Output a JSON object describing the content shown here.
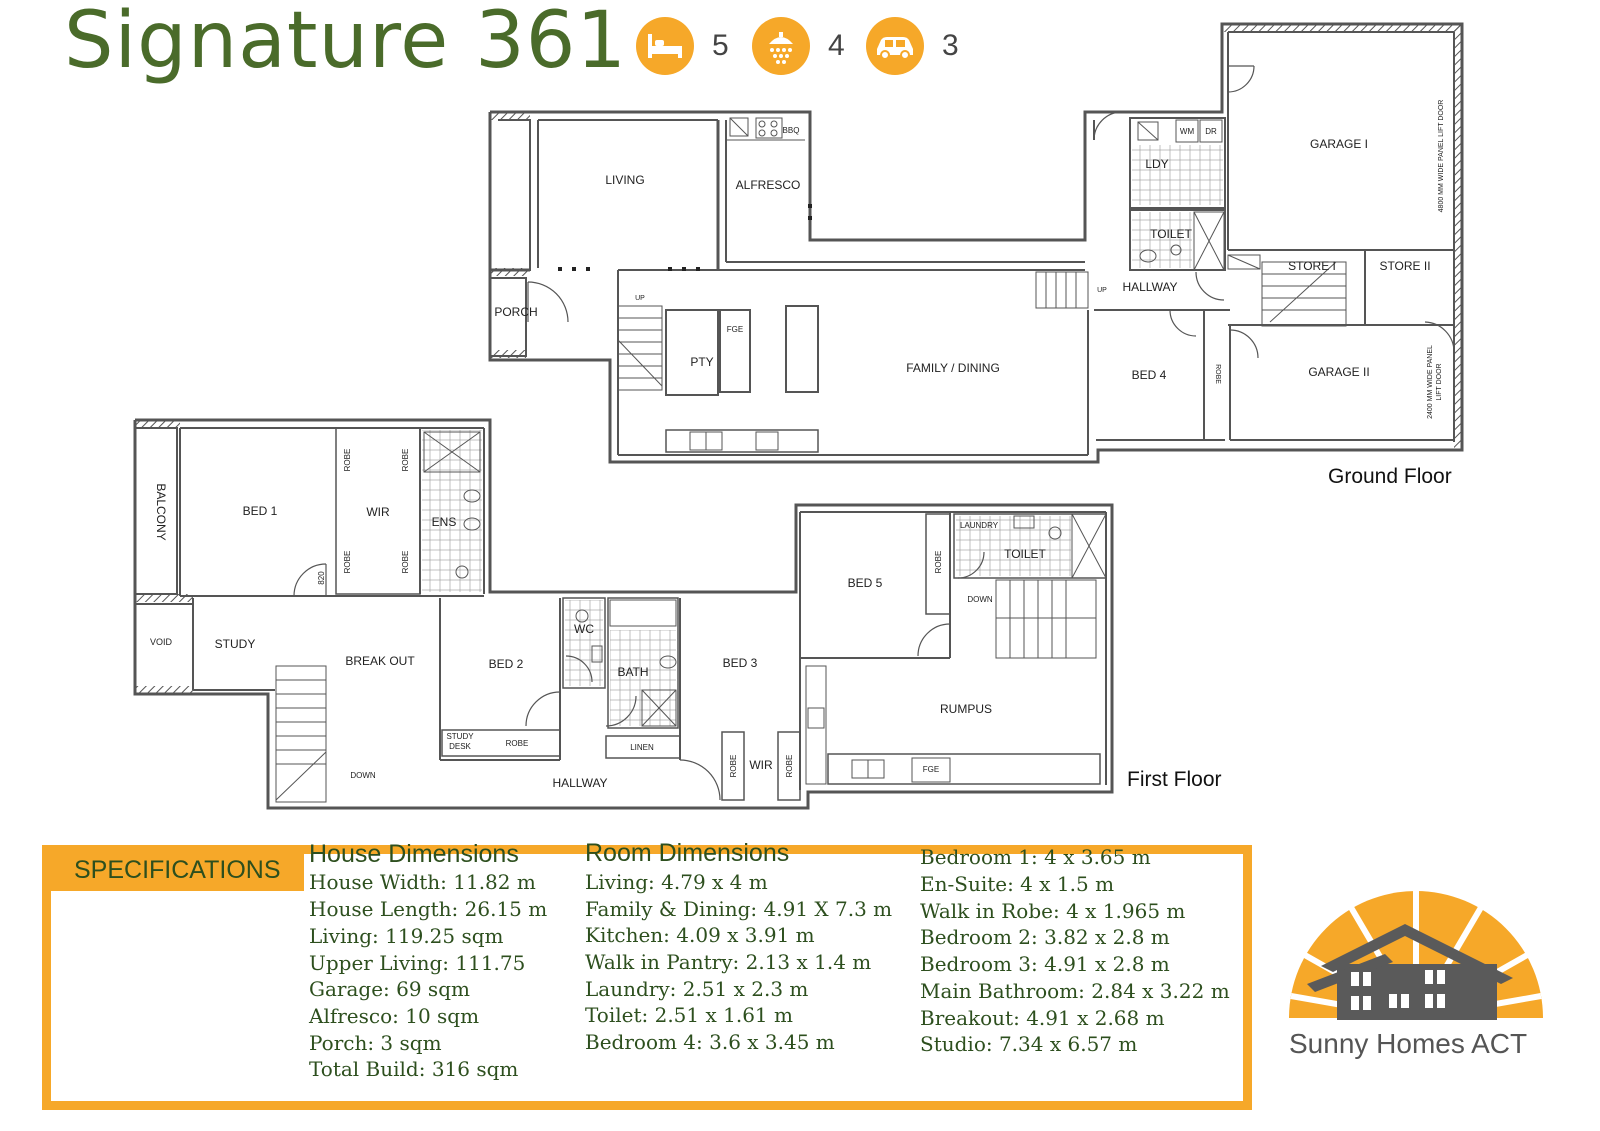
{
  "header": {
    "title": "Signature 361",
    "stats": [
      {
        "icon": "bed-icon",
        "count": "5"
      },
      {
        "icon": "shower-icon",
        "count": "4"
      },
      {
        "icon": "car-icon",
        "count": "3"
      }
    ]
  },
  "colors": {
    "accent": "#f6a829",
    "green": "#4a6b2a",
    "dark_green": "#2d4f1e",
    "wall": "#555555"
  },
  "ground_floor": {
    "label": "Ground Floor",
    "rooms": {
      "living": "LIVING",
      "alfresco": "ALFRESCO",
      "bbq": "BBQ",
      "porch": "PORCH",
      "up_stair": "UP",
      "pty": "PTY",
      "fge": "FGE",
      "family_dining": "FAMILY / DINING",
      "ldy": "LDY",
      "wm": "WM",
      "dr": "DR",
      "toilet": "TOILET",
      "up_hall": "UP",
      "hallway": "HALLWAY",
      "bed4": "BED 4",
      "robe": "ROBE",
      "garage1": "GARAGE I",
      "garage_door1": "4800 MM WIDE PANEL LIFT DOOR",
      "store1": "STORE I",
      "store2": "STORE II",
      "garage2": "GARAGE II",
      "garage_door2a": "2400 MM WIDE PANEL",
      "garage_door2b": "LIFT DOOR"
    }
  },
  "first_floor": {
    "label": "First Floor",
    "rooms": {
      "balcony": "BALCONY",
      "bed1": "BED 1",
      "robe": "ROBE",
      "wir": "WIR",
      "ens": "ENS",
      "door_820": "820",
      "void": "VOID",
      "study": "STUDY",
      "break_out": "BREAK OUT",
      "down": "DOWN",
      "bed2": "BED 2",
      "study_desk_1": "STUDY",
      "study_desk_2": "DESK",
      "wc": "WC",
      "bath": "BATH",
      "linen": "LINEN",
      "bed3": "BED 3",
      "hallway": "HALLWAY",
      "bed5": "BED 5",
      "laundry": "LAUNDRY",
      "toilet": "TOILET",
      "rumpus": "RUMPUS",
      "fge": "FGE"
    }
  },
  "specs": {
    "title": "SPECIFICATIONS",
    "house": {
      "heading": "House Dimensions",
      "items": [
        "House Width: 11.82 m",
        "House Length: 26.15 m",
        "Living: 119.25 sqm",
        "Upper Living: 111.75",
        "Garage: 69 sqm",
        "Alfresco: 10 sqm",
        "Porch: 3 sqm",
        "Total Build: 316 sqm"
      ]
    },
    "rooms": {
      "heading": "Room Dimensions",
      "items": [
        "Living: 4.79 x 4 m",
        "Family & Dining: 4.91 X 7.3 m",
        "Kitchen: 4.09 x 3.91 m",
        "Walk in Pantry: 2.13 x 1.4 m",
        "Laundry: 2.51 x 2.3 m",
        "Toilet: 2.51 x 1.61 m",
        "Bedroom 4: 3.6 x 3.45 m"
      ]
    },
    "rooms2": {
      "items": [
        "Bedroom 1: 4 x 3.65 m",
        "En-Suite: 4 x 1.5 m",
        "Walk in Robe: 4 x 1.965 m",
        "Bedroom 2: 3.82 x 2.8 m",
        "Bedroom 3: 4.91 x 2.8 m",
        "Main Bathroom: 2.84 x 3.22 m",
        "Breakout: 4.91 x 2.68 m",
        "Studio: 7.34 x 6.57 m"
      ]
    }
  },
  "brand": {
    "name": "Sunny Homes ACT"
  }
}
